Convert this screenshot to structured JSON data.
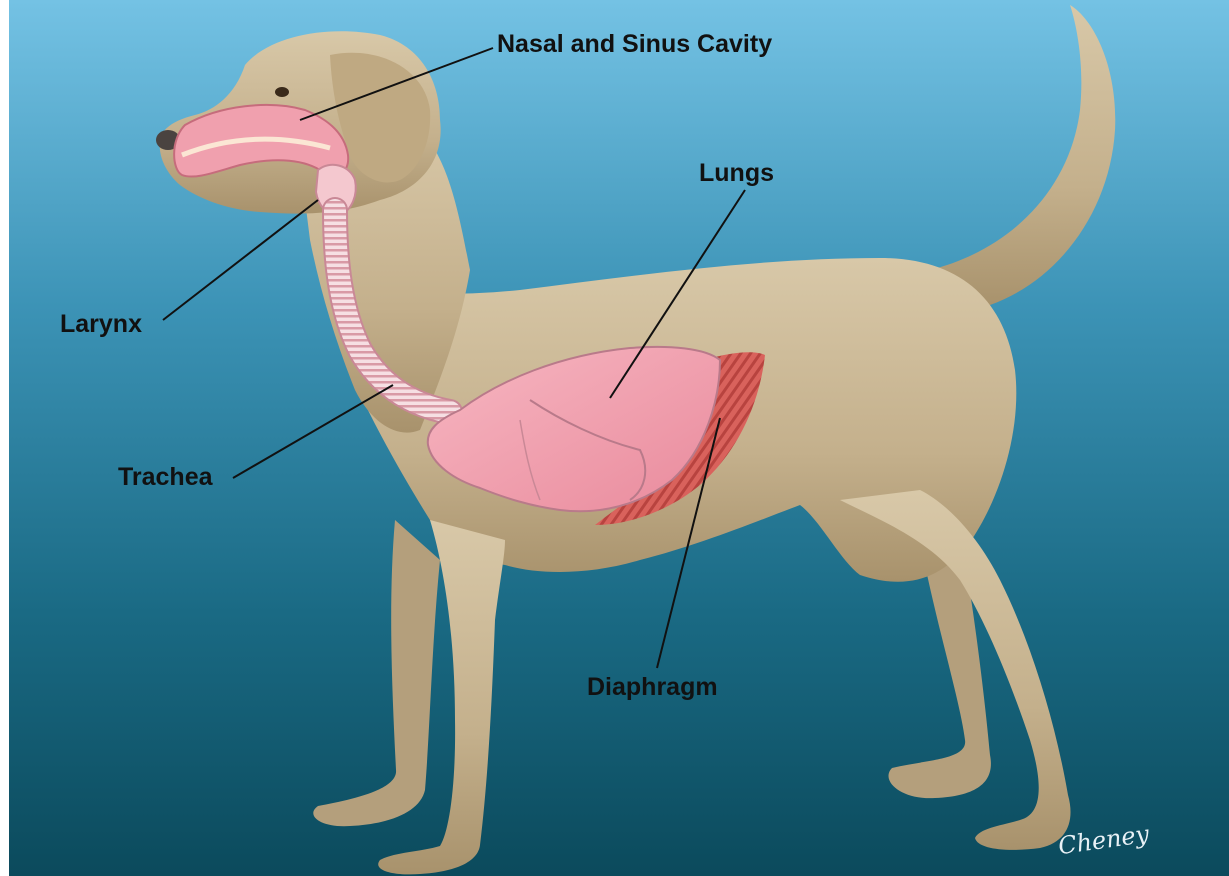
{
  "labels": {
    "nasal": "Nasal and Sinus Cavity",
    "lungs": "Lungs",
    "larynx": "Larynx",
    "trachea": "Trachea",
    "diaphragm": "Diaphragm"
  },
  "signature": "Cheney",
  "colors": {
    "background_top": "#74c2e4",
    "background_bottom": "#0b4a5c",
    "dog_fur": "#c9b696",
    "organ_pink": "#f09aaa",
    "diaphragm_red": "#d5605c",
    "leader_line": "#111111"
  }
}
